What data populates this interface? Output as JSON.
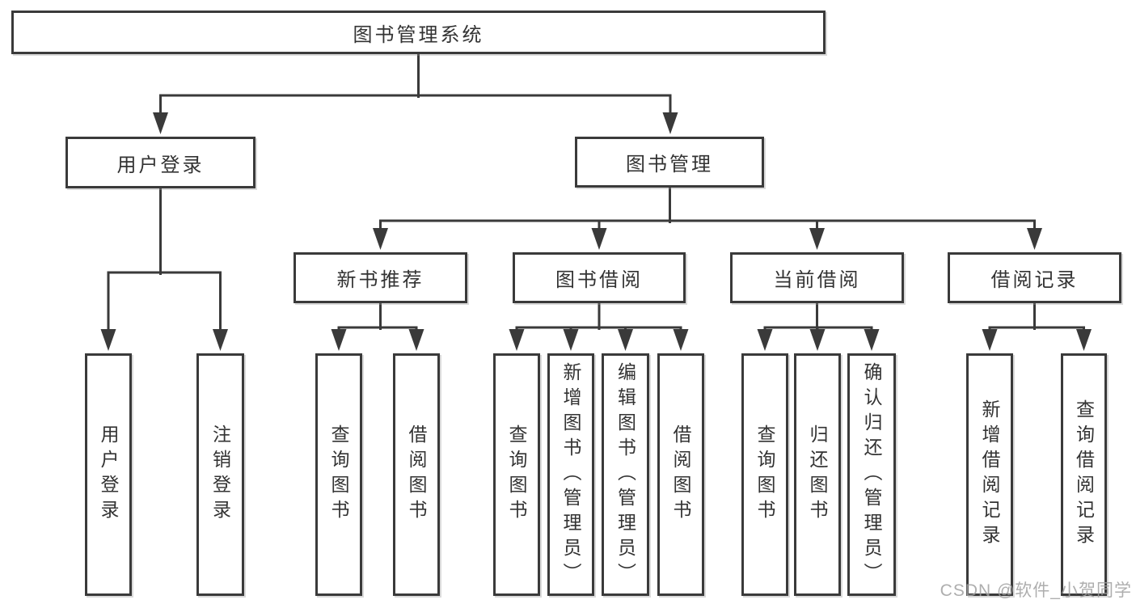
{
  "diagram": {
    "root": {
      "label": "图书管理系统"
    },
    "branches": [
      {
        "label": "用户登录",
        "children": [
          {
            "label": "用户登录"
          },
          {
            "label": "注销登录"
          }
        ]
      },
      {
        "label": "图书管理",
        "children": [
          {
            "label": "新书推荐",
            "children": [
              {
                "label": "查询图书"
              },
              {
                "label": "借阅图书"
              }
            ]
          },
          {
            "label": "图书借阅",
            "children": [
              {
                "label": "查询图书"
              },
              {
                "label": "新增图书（管理员）"
              },
              {
                "label": "编辑图书（管理员）"
              },
              {
                "label": "借阅图书"
              }
            ]
          },
          {
            "label": "当前借阅",
            "children": [
              {
                "label": "查询图书"
              },
              {
                "label": "归还图书"
              },
              {
                "label": "确认归还（管理员）"
              }
            ]
          },
          {
            "label": "借阅记录",
            "children": [
              {
                "label": "新增借阅记录"
              },
              {
                "label": "查询借阅记录"
              }
            ]
          }
        ]
      }
    ]
  },
  "watermark": "CSDN @软件_小贺同学",
  "colors": {
    "line": "#3a3a3a",
    "box_fill": "#ffffff",
    "text": "#333333",
    "watermark": "#a0a0a0"
  }
}
